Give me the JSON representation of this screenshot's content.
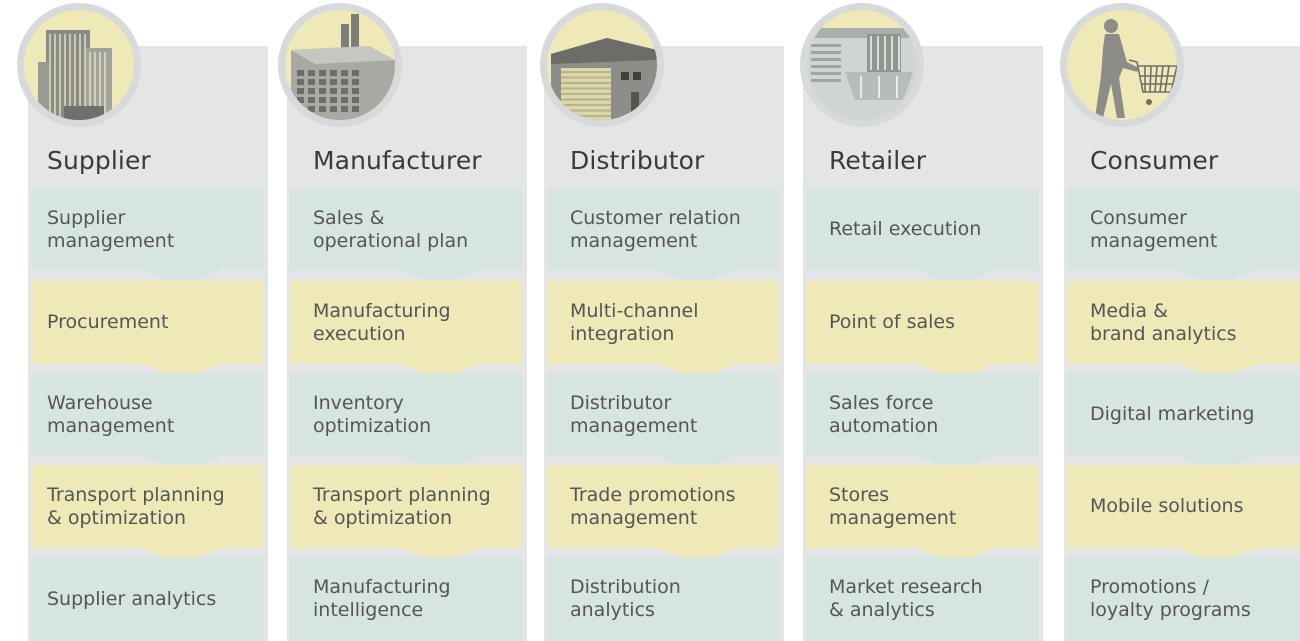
{
  "columns": [
    {
      "title": "Supplier",
      "icon": "office-building-icon",
      "steps": [
        {
          "lines": [
            "Supplier",
            "management"
          ],
          "tone": "teal"
        },
        {
          "lines": [
            "Procurement"
          ],
          "tone": "yellow"
        },
        {
          "lines": [
            "Warehouse",
            "management"
          ],
          "tone": "teal"
        },
        {
          "lines": [
            "Transport planning",
            "& optimization"
          ],
          "tone": "yellow"
        },
        {
          "lines": [
            "Supplier analytics"
          ],
          "tone": "teal"
        }
      ]
    },
    {
      "title": "Manufacturer",
      "icon": "factory-icon",
      "steps": [
        {
          "lines": [
            "Sales &",
            "operational plan"
          ],
          "tone": "teal"
        },
        {
          "lines": [
            "Manufacturing",
            "execution"
          ],
          "tone": "yellow"
        },
        {
          "lines": [
            "Inventory",
            "optimization"
          ],
          "tone": "teal"
        },
        {
          "lines": [
            "Transport planning",
            "& optimization"
          ],
          "tone": "yellow"
        },
        {
          "lines": [
            "Manufacturing",
            "intelligence"
          ],
          "tone": "teal"
        }
      ]
    },
    {
      "title": "Distributor",
      "icon": "warehouse-icon",
      "steps": [
        {
          "lines": [
            "Customer relation",
            "management"
          ],
          "tone": "teal"
        },
        {
          "lines": [
            "Multi-channel",
            "integration"
          ],
          "tone": "yellow"
        },
        {
          "lines": [
            "Distributor",
            "management"
          ],
          "tone": "teal"
        },
        {
          "lines": [
            "Trade promotions",
            "management"
          ],
          "tone": "yellow"
        },
        {
          "lines": [
            "Distribution",
            "analytics"
          ],
          "tone": "teal"
        }
      ]
    },
    {
      "title": "Retailer",
      "icon": "store-icon",
      "steps": [
        {
          "lines": [
            "Retail execution"
          ],
          "tone": "teal"
        },
        {
          "lines": [
            "Point of sales"
          ],
          "tone": "yellow"
        },
        {
          "lines": [
            "Sales force",
            "automation"
          ],
          "tone": "teal"
        },
        {
          "lines": [
            "Stores",
            "management"
          ],
          "tone": "yellow"
        },
        {
          "lines": [
            "Market research",
            "& analytics"
          ],
          "tone": "teal"
        }
      ]
    },
    {
      "title": "Consumer",
      "icon": "shopping-cart-person-icon",
      "steps": [
        {
          "lines": [
            "Consumer",
            "management"
          ],
          "tone": "teal"
        },
        {
          "lines": [
            "Media &",
            "brand analytics"
          ],
          "tone": "yellow"
        },
        {
          "lines": [
            "Digital marketing"
          ],
          "tone": "teal"
        },
        {
          "lines": [
            "Mobile solutions"
          ],
          "tone": "yellow"
        },
        {
          "lines": [
            "Promotions /",
            "loyalty programs"
          ],
          "tone": "teal"
        }
      ]
    }
  ],
  "colors": {
    "column_bg": "#e4e5e7",
    "circle_ring": "#d8d9db",
    "teal_box": "#d7e5e0",
    "yellow_box": "#efe9b8",
    "title_text": "#3a3a3a",
    "box_text": "#555555"
  }
}
